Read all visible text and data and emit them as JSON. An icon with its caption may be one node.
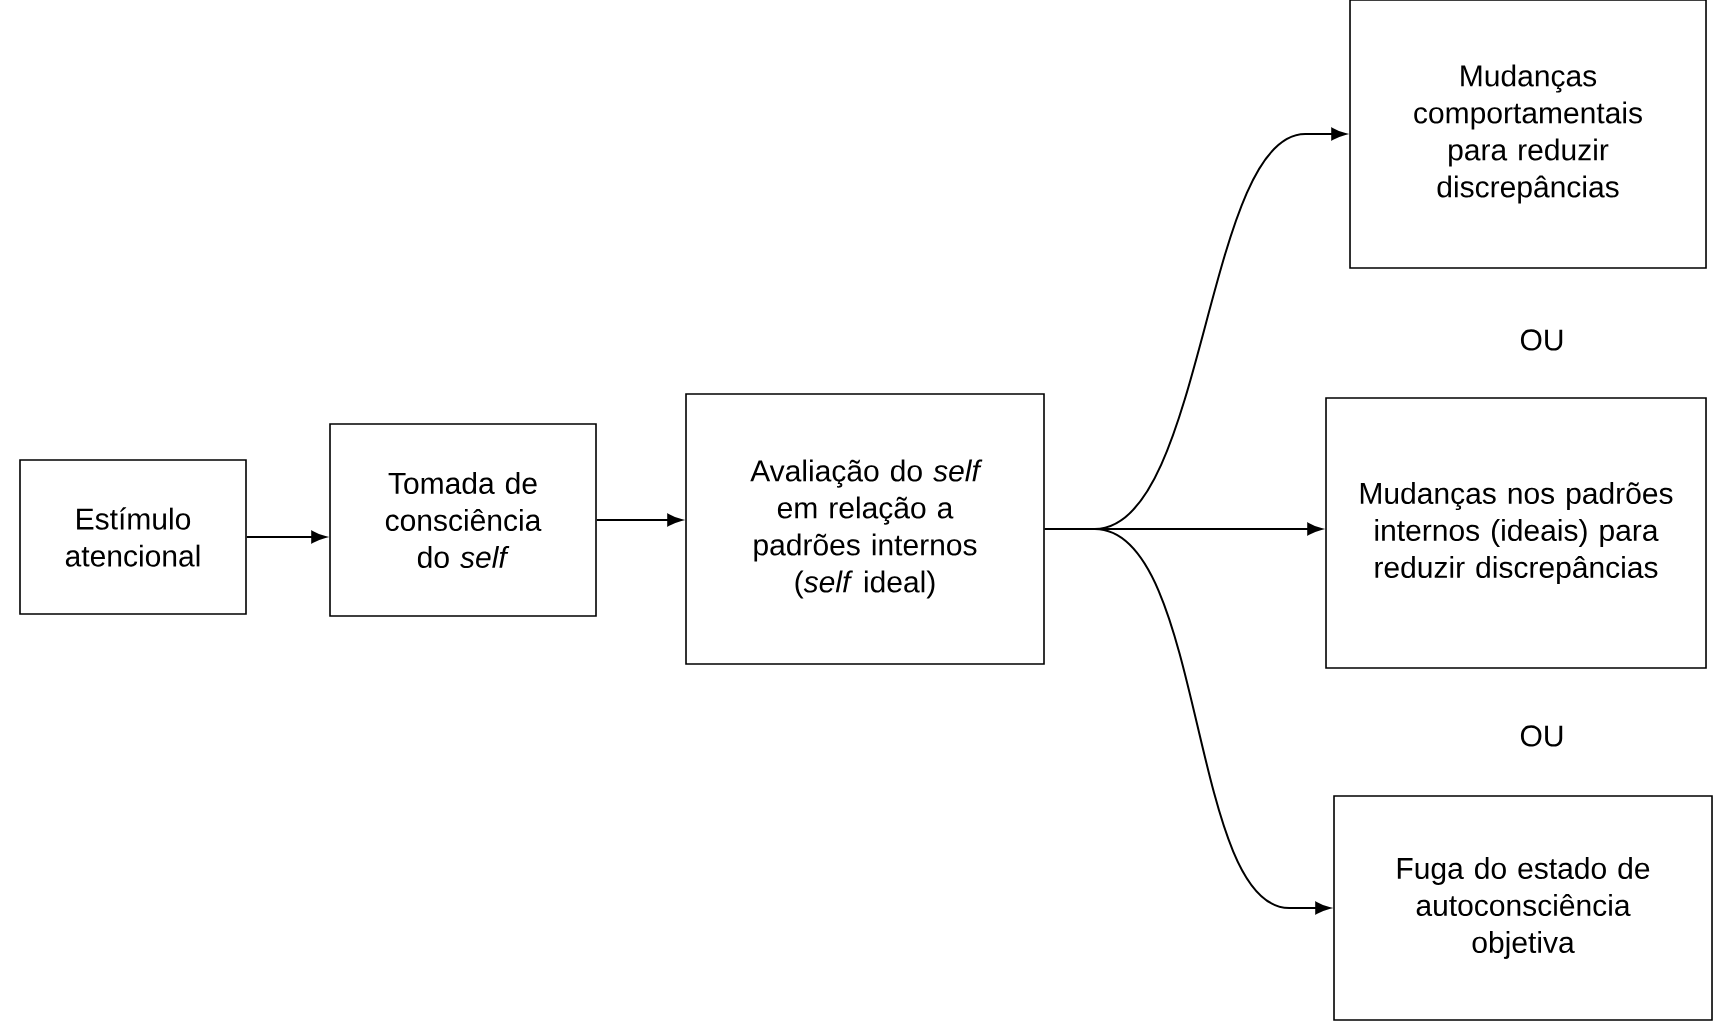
{
  "diagram": {
    "nodes": [
      {
        "text": [
          "Estímulo atencional"
        ]
      },
      {
        "text": [
          "Tomada de consciência do *self*"
        ]
      },
      {
        "text": [
          "Avaliação do *self* em relação a padrões internos (*self* ideal)"
        ]
      },
      {
        "text": [
          "Mudanças comportamentais para reduzir discrepâncias"
        ]
      },
      {
        "text": [
          "Mudanças nos padrões internos (ideais) para reduzir discrepâncias"
        ]
      },
      {
        "text": [
          "Fuga do estado de autoconsciência objetiva"
        ]
      }
    ],
    "edges": [
      {
        "from": 0,
        "to": 1,
        "arrow": "to"
      },
      {
        "from": 1,
        "to": 2,
        "arrow": "to"
      },
      {
        "from": 2,
        "to": 3,
        "arrow": "to"
      },
      {
        "from": 2,
        "to": 4,
        "arrow": "to"
      },
      {
        "from": 2,
        "to": 5,
        "arrow": "to"
      }
    ],
    "labels": [
      "OU",
      "OU"
    ]
  }
}
